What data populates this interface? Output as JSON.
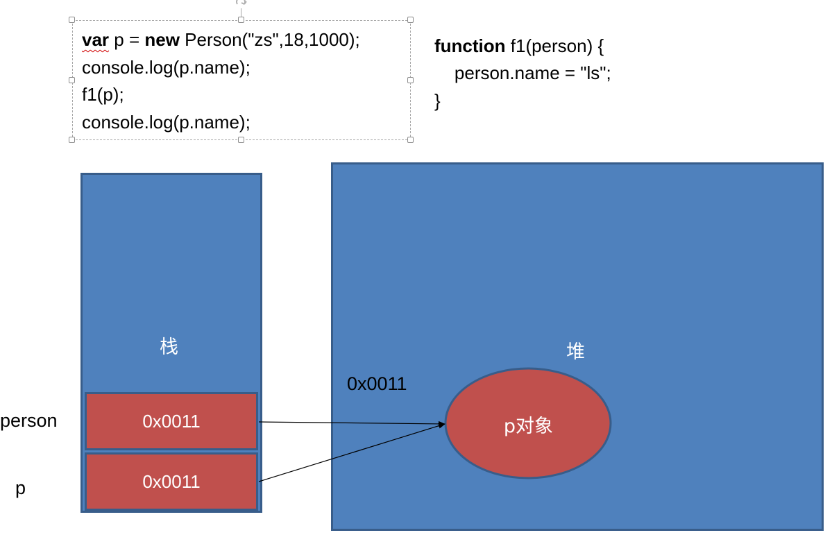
{
  "code_caller": {
    "line1": {
      "kw_var": "var",
      "seg_assign": " p = ",
      "kw_new": "new",
      "seg_ctor": " Person(\"zs\",18,1000);"
    },
    "line2": "console.log(p.name);",
    "line3": "f1(p);",
    "line4": "console.log(p.name);"
  },
  "code_function": {
    "kw_function": "function",
    "seg_sig": " f1(person) {",
    "body": "    person.name = \"ls\";",
    "close": "}"
  },
  "stack": {
    "label": "栈",
    "cell_person": "0x0011",
    "cell_p": "0x0011"
  },
  "heap": {
    "label": "堆",
    "address": "0x0011",
    "object_label": "p对象"
  },
  "labels": {
    "person": "person",
    "p": "p"
  },
  "colors": {
    "region_fill": "#4f81bd",
    "region_border": "#385d8a",
    "cell_fill": "#c0504d"
  }
}
